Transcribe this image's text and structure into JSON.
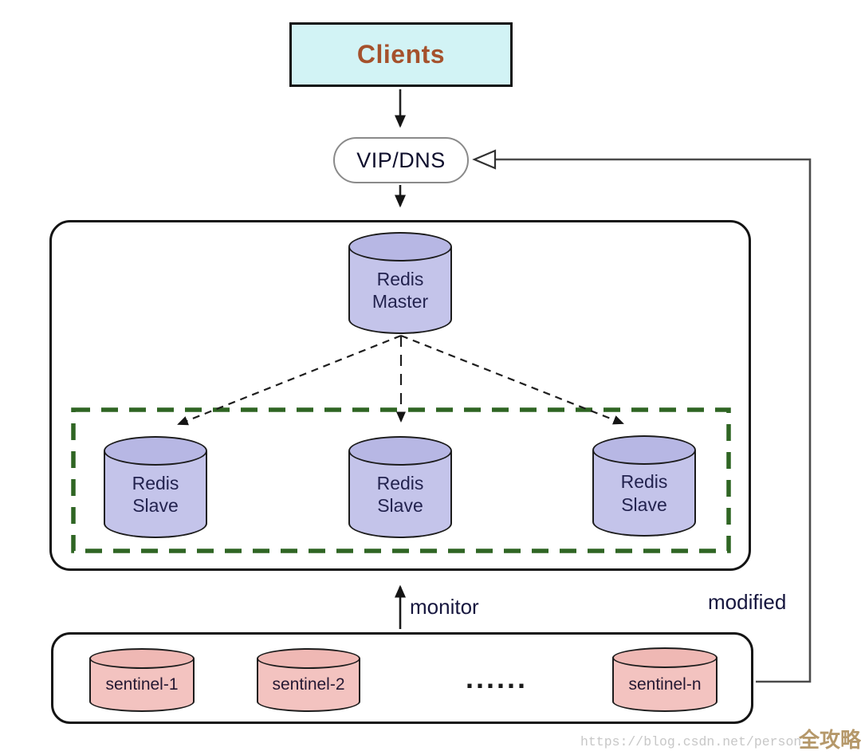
{
  "diagram": {
    "clients_label": "Clients",
    "vip_dns_label": "VIP/DNS",
    "master_label": "Redis\nMaster",
    "slave_labels": [
      "Redis\nSlave",
      "Redis\nSlave",
      "Redis\nSlave"
    ],
    "sentinel_labels": [
      "sentinel-1",
      "sentinel-2",
      "sentinel-n"
    ],
    "ellipsis": "......",
    "monitor_label": "monitor",
    "modified_label": "modified"
  },
  "watermark": {
    "url_text": "https://blog.csdn.net/person_",
    "badge_text": "全攻略"
  },
  "colors": {
    "clients_fill": "#d2f3f5",
    "clients_text": "#a5512c",
    "cylinder_purple_fill": "#c4c4ea",
    "cylinder_pink_fill": "#f3c3c0",
    "slave_group_dashed_border": "#2f6523",
    "label_text": "#16163e",
    "watermark_badge": "#b5986a"
  }
}
